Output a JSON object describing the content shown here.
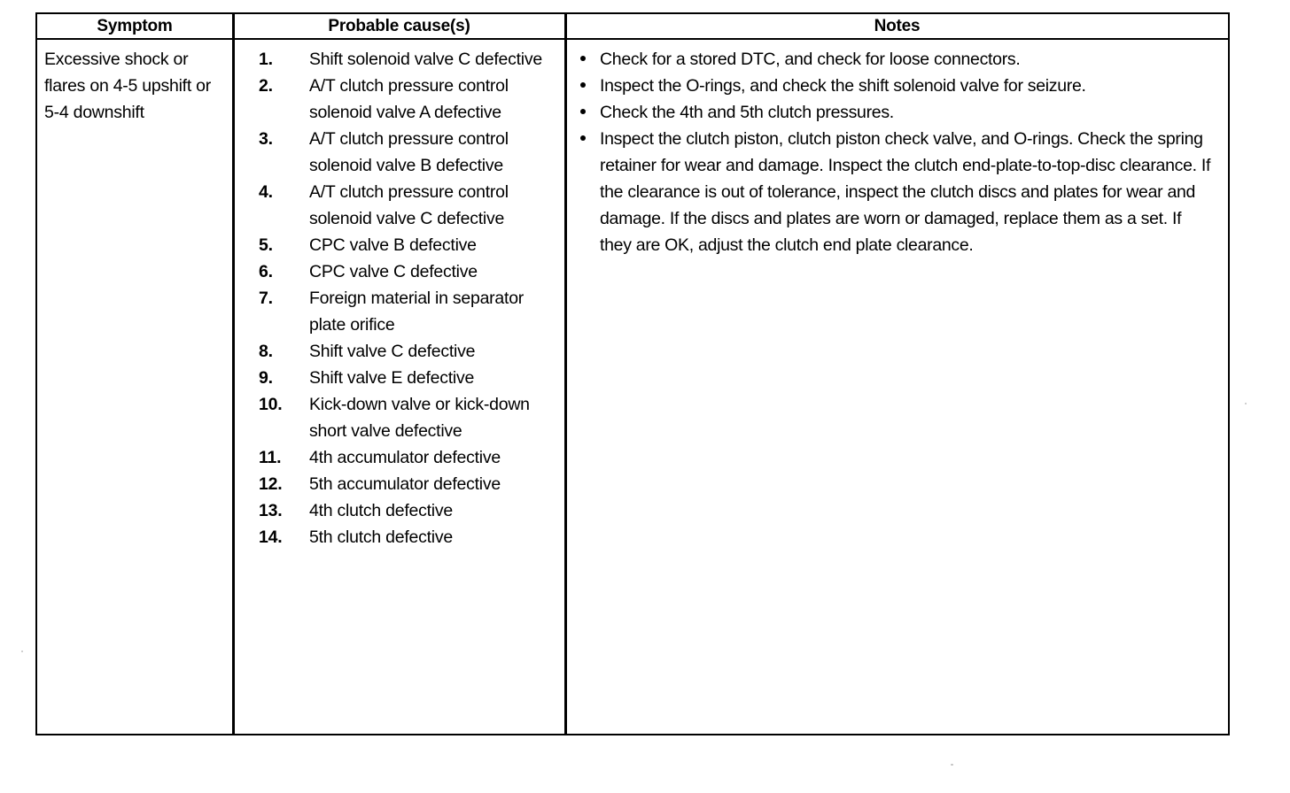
{
  "document": {
    "kind": "service-manual-troubleshooting-table"
  },
  "table": {
    "headers": {
      "symptom": "Symptom",
      "cause": "Probable cause(s)",
      "notes": "Notes"
    },
    "row": {
      "symptom": "Excessive shock or flares on 4-5 upshift or 5-4 downshift",
      "causes": [
        {
          "num": "1.",
          "text": "Shift solenoid valve C defective"
        },
        {
          "num": "2.",
          "text": "A/T clutch pressure control solenoid valve A defective"
        },
        {
          "num": "3.",
          "text": "A/T clutch pressure control solenoid valve B defective"
        },
        {
          "num": "4.",
          "text": "A/T clutch pressure control solenoid valve C defective"
        },
        {
          "num": "5.",
          "text": "CPC valve B defective"
        },
        {
          "num": "6.",
          "text": "CPC valve C defective"
        },
        {
          "num": "7.",
          "text": "Foreign material in separator plate orifice"
        },
        {
          "num": "8.",
          "text": "Shift valve C defective"
        },
        {
          "num": "9.",
          "text": "Shift valve E defective"
        },
        {
          "num": "10.",
          "text": "Kick-down valve or kick-down short valve defective"
        },
        {
          "num": "11.",
          "text": "4th accumulator defective"
        },
        {
          "num": "12.",
          "text": "5th accumulator defective"
        },
        {
          "num": "13.",
          "text": "4th clutch defective"
        },
        {
          "num": "14.",
          "text": "5th clutch defective"
        }
      ],
      "notes": [
        {
          "text": "Check for a stored DTC, and check for loose connectors."
        },
        {
          "text": "Inspect the O-rings, and check the shift solenoid valve for seizure."
        },
        {
          "text": "Check the 4th and 5th clutch pressures."
        },
        {
          "text": "Inspect the clutch piston, clutch piston check valve, and O-rings. Check the spring retainer for wear and damage. Inspect the clutch end-plate-to-top-disc clearance. If the clearance is out of tolerance, inspect the clutch discs and plates for wear and damage. If the discs and plates are worn or damaged, replace them as a set. If they are OK, adjust the clutch end plate clearance."
        }
      ]
    }
  },
  "style": {
    "ink_color": "#000000",
    "page_color": "#ffffff"
  }
}
